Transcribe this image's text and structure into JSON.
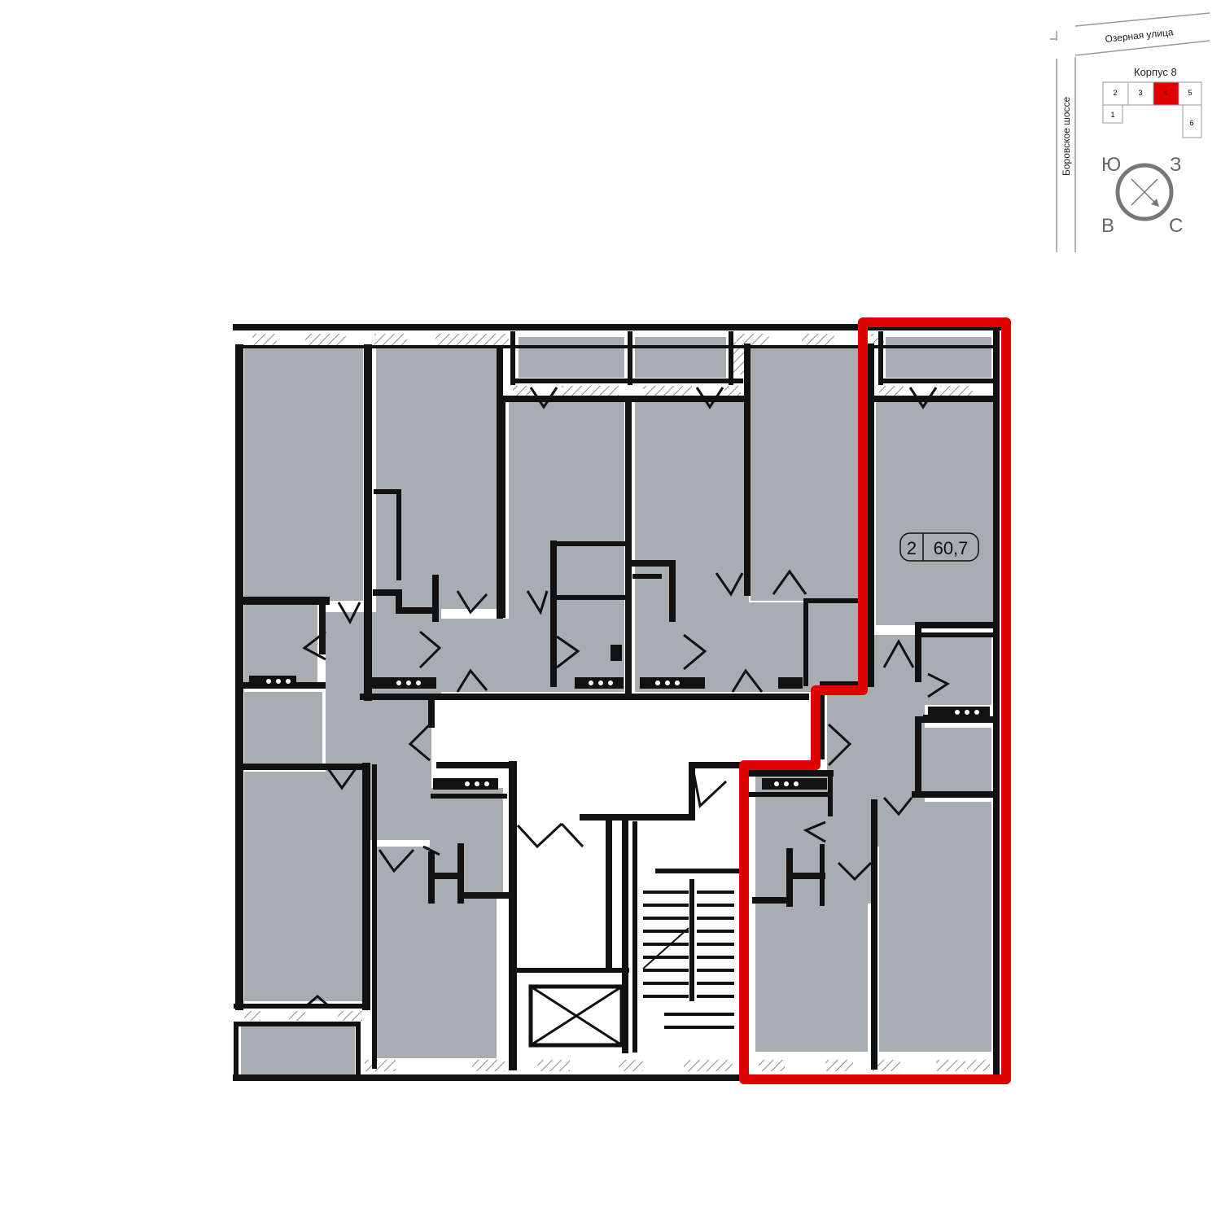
{
  "site_plan": {
    "street_top": "Озерная улица",
    "street_left": "Боровское шоссе",
    "building_title": "Корпус 8",
    "sections": [
      "2",
      "3",
      "4",
      "5",
      "1",
      "6"
    ],
    "selected_section": "4",
    "compass": {
      "north": "З",
      "south": "В",
      "east": "С",
      "west": "Ю"
    }
  },
  "apartment": {
    "rooms": "2",
    "area": "60,7"
  },
  "colors": {
    "room_fill": "#a8adb1",
    "wall": "#111111",
    "highlight": "#e00000",
    "selected_section": "#e00000"
  }
}
